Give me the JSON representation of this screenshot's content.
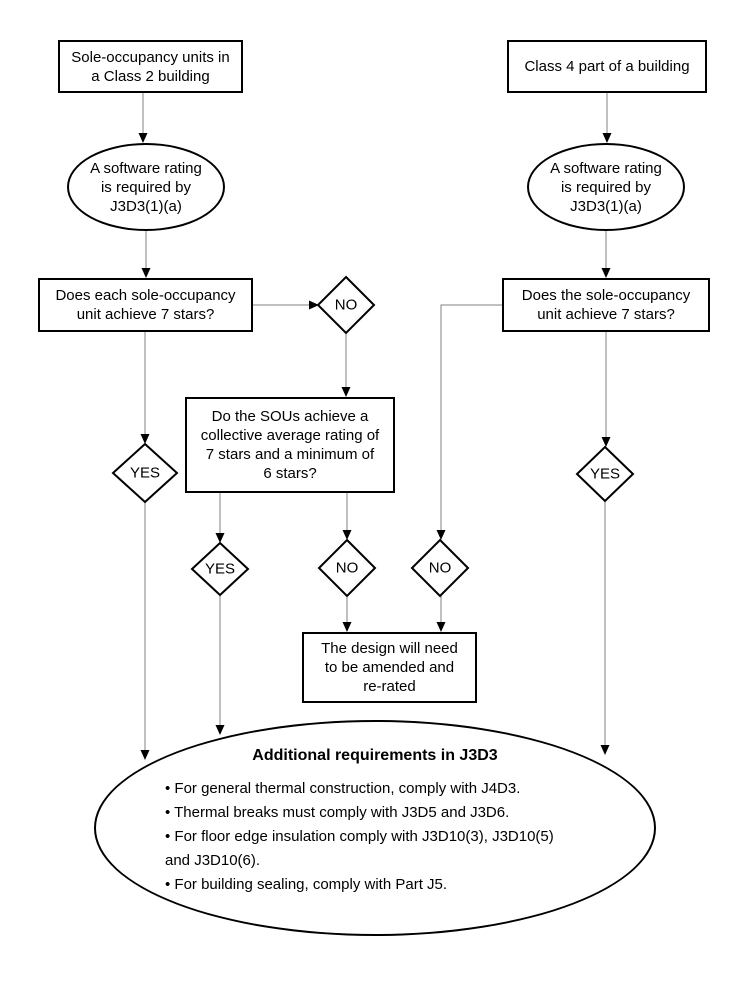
{
  "nodes": {
    "sou_class2": "Sole-occupancy units in\na Class 2 building",
    "class4": "Class 4 part of a building",
    "software_rating": "A software rating\nis required by\nJ3D3(1)(a)",
    "q_each_sou": "Does each sole-occupancy\nunit achieve 7 stars?",
    "q_the_sou": "Does the sole-occupancy\nunit achieve 7 stars?",
    "q_sous_collective": "Do the SOUs achieve a\ncollective average rating of\n7 stars and a minimum of\n6 stars?",
    "amend": "The design will need\nto be amended and\nre-rated"
  },
  "labels": {
    "yes": "YES",
    "no": "NO"
  },
  "additional": {
    "title": "Additional requirements in J3D3",
    "bullet_char": "•",
    "bullets": [
      "For general thermal construction, comply with J4D3.",
      "Thermal breaks must comply with J3D5 and J3D6.",
      "For floor edge insulation comply with J3D10(3), J3D10(5) and J3D10(6).",
      "For building sealing, comply with Part J5."
    ]
  },
  "colors": {
    "background": "#ffffff",
    "border": "#000000",
    "connector_line": "#808080",
    "arrowhead": "#000000",
    "text": "#000000"
  }
}
